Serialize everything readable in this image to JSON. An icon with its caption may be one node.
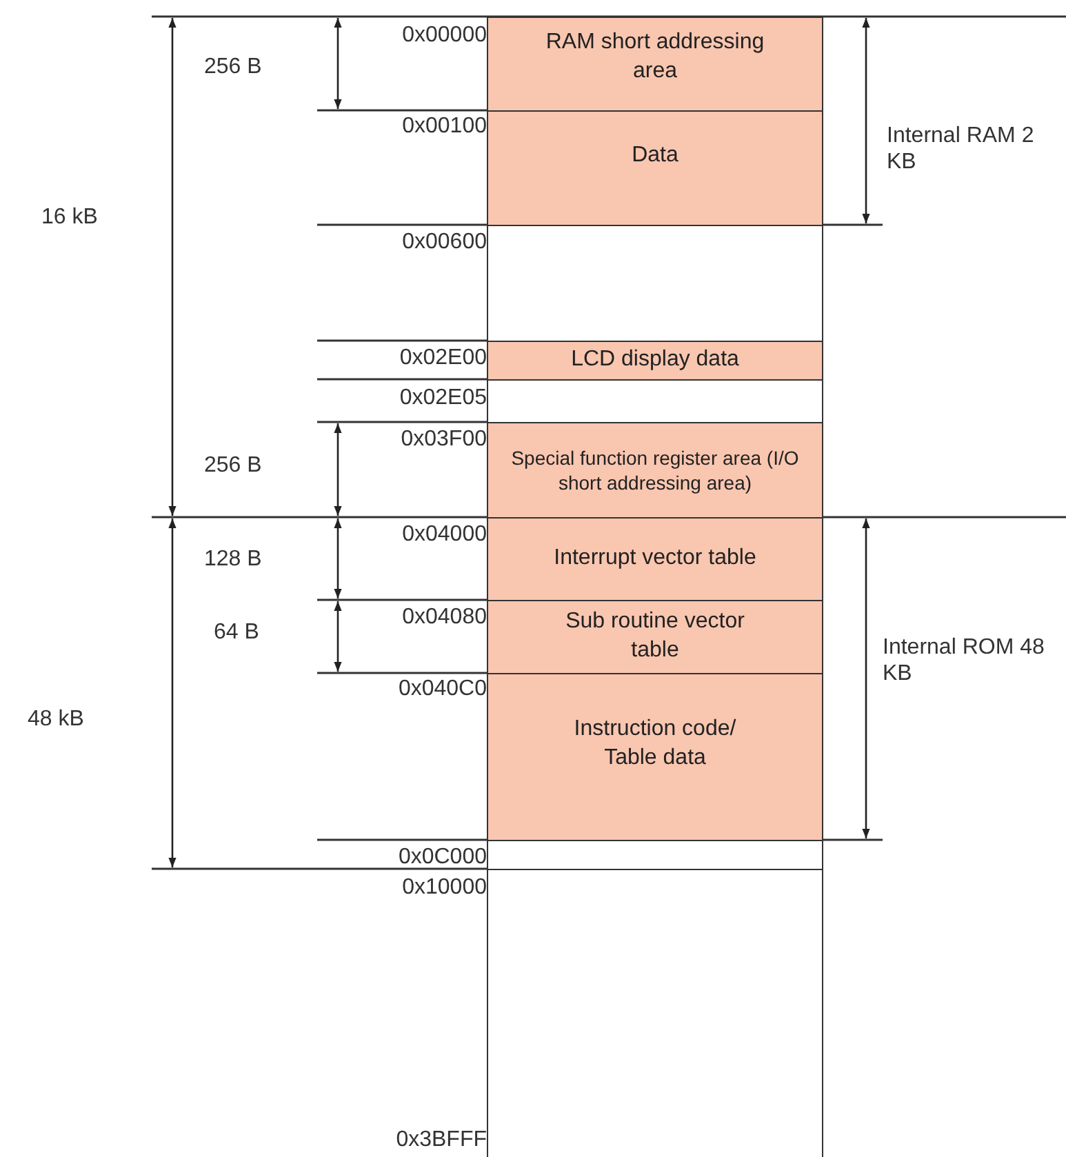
{
  "diagram": {
    "nodes": [
      {
        "text": [
          "RAM short addressing area"
        ]
      },
      {
        "text": [
          "Data"
        ]
      },
      {
        "text": [],
        "shape": "box"
      },
      {
        "text": [
          "LCD display data"
        ]
      },
      {
        "text": [],
        "shape": "box"
      },
      {
        "text": [
          "Special function register area (I/O short addressing area)"
        ]
      },
      {
        "text": [
          "Interrupt vector table"
        ]
      },
      {
        "text": [
          "Sub routine vector table"
        ]
      },
      {
        "text": [
          "Instruction code/ Table data"
        ]
      },
      {
        "text": [],
        "shape": "box"
      },
      {
        "text": [],
        "shape": "box"
      }
    ],
    "labels": [
      "0x00000",
      "256 B",
      "Internal RAM 2 KB",
      "16 kB",
      "0x00100",
      "0x00600",
      "0x02E00",
      "0x02E05",
      "0x03F00",
      "256 B",
      "0x04000",
      "128 B",
      "64 B",
      "0x04080",
      "Internal ROM 48 KB",
      "0x040C0",
      "48 kB",
      "0x0C000",
      "0x10000",
      "0x3BFFF"
    ]
  }
}
